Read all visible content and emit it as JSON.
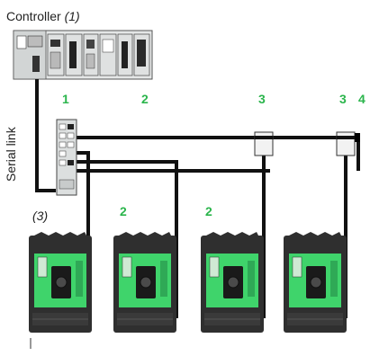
{
  "controller": {
    "name": "Controller",
    "note": "(1)"
  },
  "serial_link_label": "Serial link",
  "callouts": {
    "splitter": "1",
    "trunk_cable": "2",
    "drop_cable_a": "2",
    "drop_cable_b": "2",
    "tee_a": "3",
    "tee_b": "3",
    "terminator": "4",
    "interface_note": "(3)"
  },
  "colors": {
    "callout_green": "#2bb54c",
    "breaker_body": "#2f2f2f",
    "breaker_panel": "#3fd46b",
    "cable": "#111111",
    "device_gray": "#d9dcdc"
  },
  "breakers": [
    {
      "id": "breaker-1"
    },
    {
      "id": "breaker-2"
    },
    {
      "id": "breaker-3"
    },
    {
      "id": "breaker-4"
    }
  ]
}
